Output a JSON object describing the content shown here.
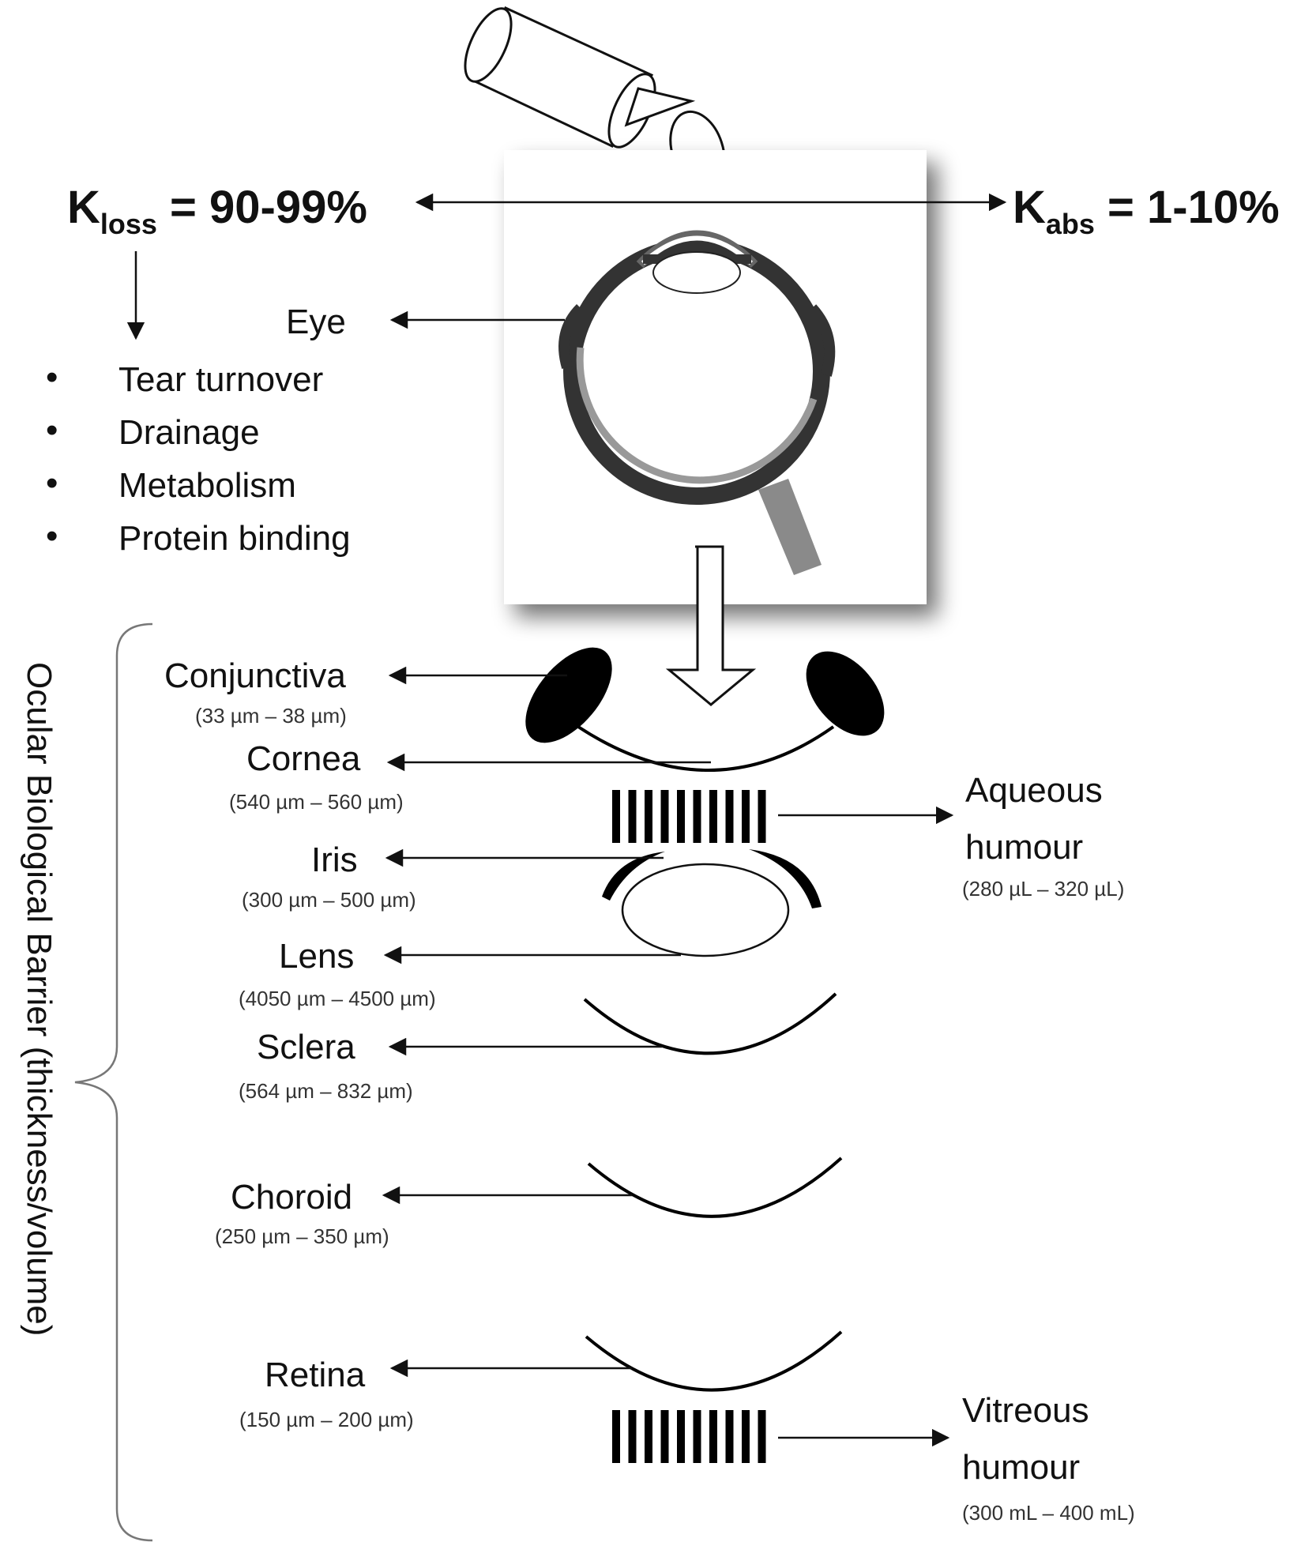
{
  "k_loss": {
    "symbol": "K",
    "subscript": "loss",
    "value": " = 90-99%"
  },
  "k_abs": {
    "symbol": "K",
    "subscript": "abs",
    "value": " = 1-10%"
  },
  "eye_label": "Eye",
  "loss_factors": [
    {
      "bullet": "•",
      "text": "Tear turnover"
    },
    {
      "bullet": "•",
      "text": "Drainage"
    },
    {
      "bullet": "•",
      "text": "Metabolism"
    },
    {
      "bullet": "•",
      "text": "Protein binding"
    }
  ],
  "barrier_title": "Ocular Biological Barrier (thickness/volume)",
  "layers": [
    {
      "name": "Conjunctiva",
      "range": "(33 µm – 38 µm)"
    },
    {
      "name": "Cornea",
      "range": "(540 µm – 560 µm)"
    },
    {
      "name": "Iris",
      "range": "(300 µm – 500 µm)"
    },
    {
      "name": "Lens",
      "range": "(4050 µm – 4500 µm)"
    },
    {
      "name": "Sclera",
      "range": "(564 µm – 832 µm)"
    },
    {
      "name": "Choroid",
      "range": "(250 µm – 350 µm)"
    },
    {
      "name": "Retina",
      "range": "(150 µm – 200 µm)"
    }
  ],
  "fluids": [
    {
      "line1": "Aqueous",
      "line2": "humour",
      "range": "(280 µL – 320 µL)"
    },
    {
      "line1": "Vitreous",
      "line2": "humour",
      "range": "(300 mL – 400 mL)"
    }
  ],
  "colors": {
    "ink": "#111111",
    "gray": "#8a8a8a",
    "dark": "#333333"
  }
}
